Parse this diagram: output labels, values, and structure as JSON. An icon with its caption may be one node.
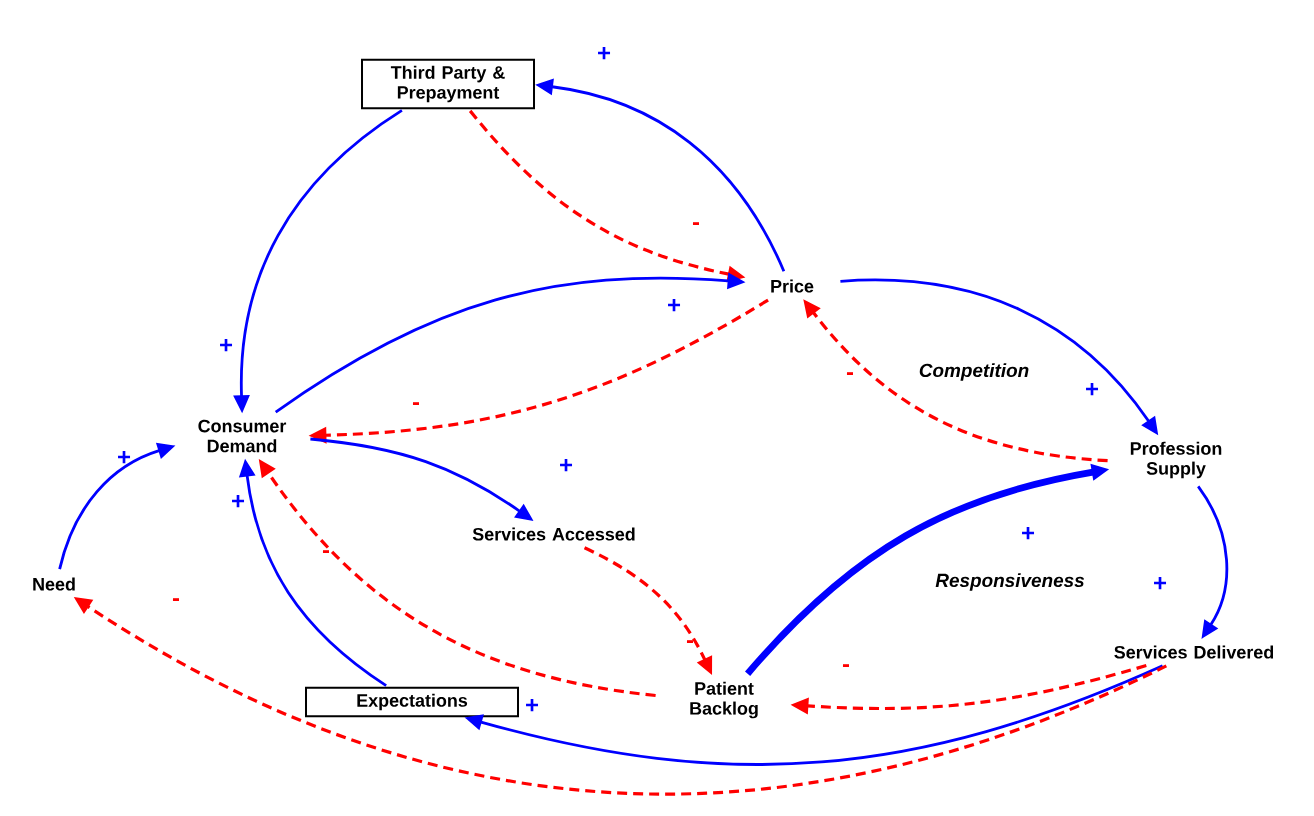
{
  "diagram": {
    "nodes": [
      {
        "text": [
          "Third Party & Prepayment"
        ]
      },
      {
        "text": [
          "Price"
        ]
      },
      {
        "text": [
          "Consumer Demand"
        ]
      },
      {
        "text": [
          "Profession Supply"
        ]
      },
      {
        "text": [
          "Services Accessed"
        ]
      },
      {
        "text": [
          "Need"
        ]
      },
      {
        "text": [
          "Services Delivered"
        ]
      },
      {
        "text": [
          "Patient Backlog"
        ]
      },
      {
        "text": [
          "Expectations"
        ]
      }
    ],
    "edges": [
      {
        "from": 1,
        "to": 0,
        "arrow": "to",
        "label": "+"
      },
      {
        "from": 0,
        "to": 2,
        "arrow": "to",
        "label": "+"
      },
      {
        "from": 0,
        "to": 1,
        "arrow": "to",
        "label": "-",
        "style": "dashed",
        "color": "#ff0000"
      },
      {
        "from": 2,
        "to": 1,
        "arrow": "to",
        "label": "+"
      },
      {
        "from": 1,
        "to": 2,
        "arrow": "to",
        "label": "-",
        "style": "dashed",
        "color": "#ff0000"
      },
      {
        "from": 1,
        "to": 3,
        "arrow": "to",
        "label": "+"
      },
      {
        "from": 3,
        "to": 1,
        "arrow": "to",
        "label": "-",
        "style": "dashed",
        "color": "#ff0000"
      },
      {
        "from": 2,
        "to": 4,
        "arrow": "to",
        "label": "+"
      },
      {
        "from": 4,
        "to": 7,
        "arrow": "to",
        "label": "-",
        "style": "dashed",
        "color": "#ff0000"
      },
      {
        "from": 7,
        "to": 2,
        "arrow": "to",
        "label": "-",
        "style": "dashed",
        "color": "#ff0000"
      },
      {
        "from": 7,
        "to": 3,
        "arrow": "to",
        "label": "+",
        "style": "thick"
      },
      {
        "from": 3,
        "to": 6,
        "arrow": "to",
        "label": "+"
      },
      {
        "from": 6,
        "to": 7,
        "arrow": "to",
        "label": "-",
        "style": "dashed",
        "color": "#ff0000"
      },
      {
        "from": 6,
        "to": 8,
        "arrow": "to",
        "label": "+"
      },
      {
        "from": 8,
        "to": 2,
        "arrow": "to",
        "label": "+"
      },
      {
        "from": 5,
        "to": 2,
        "arrow": "to",
        "label": "+"
      },
      {
        "from": 6,
        "to": 5,
        "arrow": "to",
        "label": "-",
        "style": "dashed",
        "color": "#ff0000"
      }
    ],
    "labels": [
      "*Competition*",
      "*Responsiveness*"
    ]
  }
}
